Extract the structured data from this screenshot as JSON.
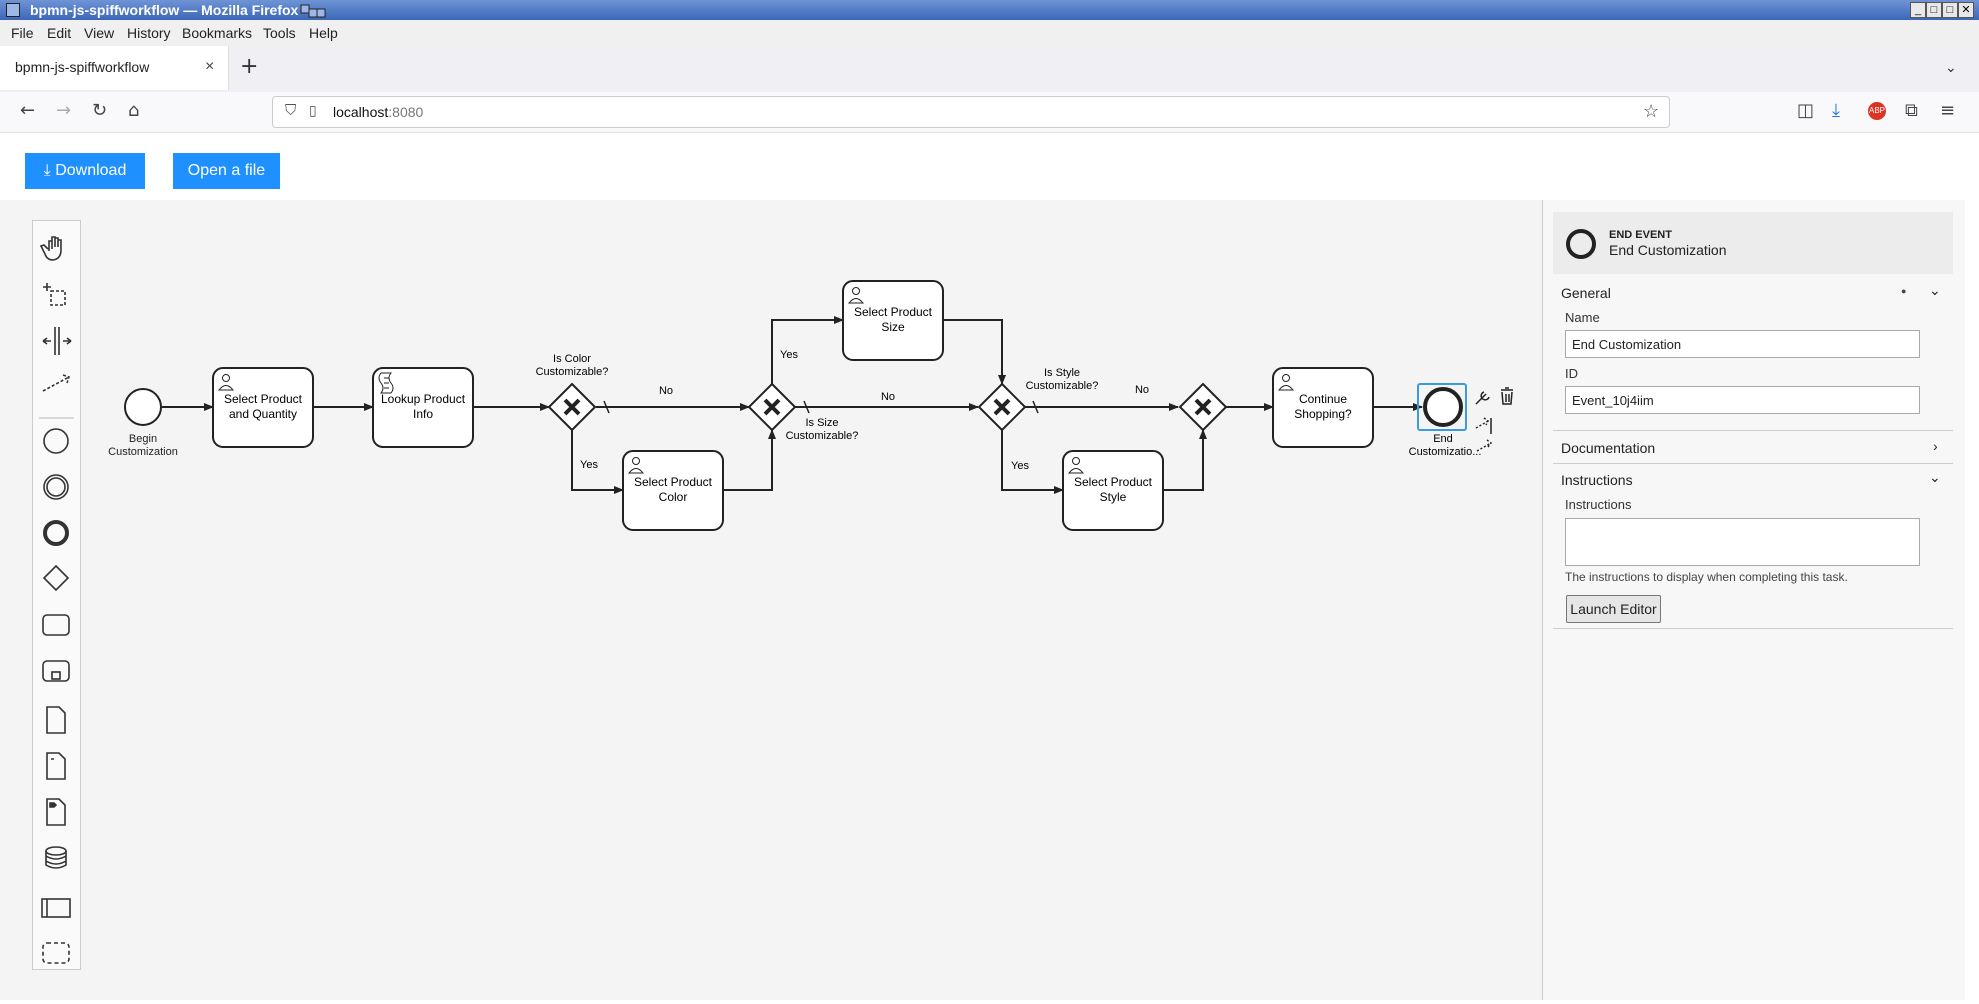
{
  "window": {
    "title": "bpmn-js-spiffworkflow — Mozilla Firefox",
    "buttons": [
      "_",
      "□",
      "□",
      "✕"
    ]
  },
  "menu": [
    "File",
    "Edit",
    "View",
    "History",
    "Bookmarks",
    "Tools",
    "Help"
  ],
  "tab": {
    "label": "bpmn-js-spiffworkflow",
    "close": "×",
    "new": "+"
  },
  "nav": {
    "host": "localhost",
    "port": ":8080"
  },
  "toolbar": {
    "download": "Download",
    "open": "Open a file"
  },
  "palette": [
    "hand-tool",
    "lasso-tool",
    "space-tool",
    "connect-tool",
    "start-event",
    "intermediate-event",
    "end-event",
    "gateway",
    "task",
    "subprocess",
    "data-object",
    "data-input",
    "data-output",
    "data-store",
    "pool",
    "group"
  ],
  "diagram": {
    "begin": [
      "Begin",
      "Customization"
    ],
    "task1": [
      "Select Product",
      "and Quantity"
    ],
    "task2": [
      "Lookup Product",
      "Info"
    ],
    "gw1_label": [
      "Is Color",
      "Customizable?"
    ],
    "color": [
      "Select Product",
      "Color"
    ],
    "size": [
      "Select Product",
      "Size"
    ],
    "gw2_label": [
      "Is Size",
      "Customizable?"
    ],
    "gw3_label": [
      "Is Style",
      "Customizable?"
    ],
    "style": [
      "Select Product",
      "Style"
    ],
    "continue": [
      "Continue",
      "Shopping?"
    ],
    "end": [
      "End",
      "Customizatio..."
    ],
    "flow_labels": {
      "yes": "Yes",
      "no": "No"
    }
  },
  "panel": {
    "type": "END EVENT",
    "name_heading": "End Customization",
    "general": "General",
    "name_label": "Name",
    "name_value": "End Customization",
    "id_label": "ID",
    "id_value": "Event_10j4iim",
    "documentation": "Documentation",
    "instructions_section": "Instructions",
    "instructions_label": "Instructions",
    "instructions_help": "The instructions to display when completing this task.",
    "launch": "Launch Editor"
  }
}
